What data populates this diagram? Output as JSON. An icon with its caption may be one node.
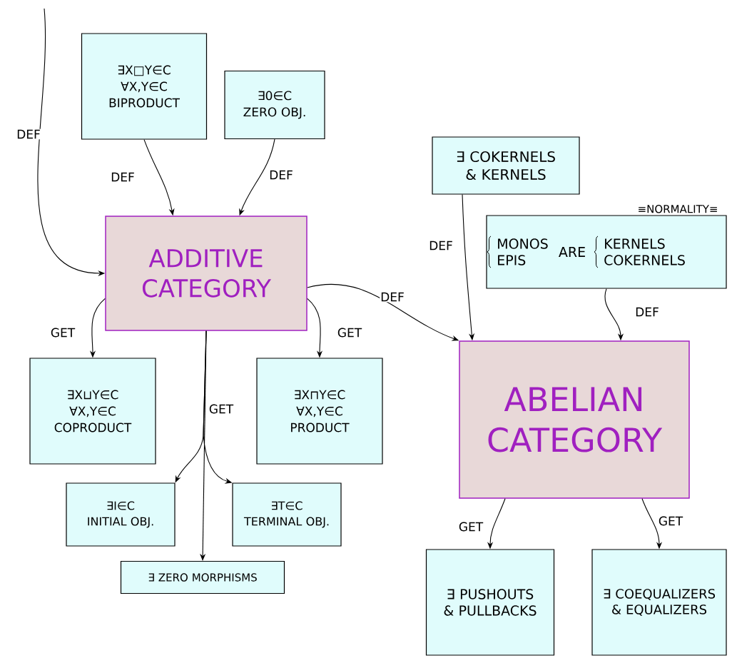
{
  "diagram": {
    "nodes": [
      {
        "text": [
          "∃X□Y∈C",
          "∀X,Y∈C",
          "BIPRODUCT"
        ]
      },
      {
        "text": [
          "∃0∈C",
          "ZERO OBJ."
        ]
      },
      {
        "text": [
          "ADDITIVE CATEGORY"
        ]
      },
      {
        "text": [
          "∃ COKERNELS & KERNELS"
        ]
      },
      {
        "text": [
          "≡NORMALITY≡",
          "MONOS EPIS",
          "ARE",
          "KERNELS COKERNELS"
        ]
      },
      {
        "text": [
          "∃X⊔Y∈C",
          "∀X,Y∈C",
          "COPRODUCT"
        ]
      },
      {
        "text": [
          "∃X⊓Y∈C",
          "∀X,Y∈C",
          "PRODUCT"
        ]
      },
      {
        "text": [
          "ABELIAN CATEGORY"
        ]
      },
      {
        "text": [
          "∃I∈C",
          "INITIAL OBJ."
        ]
      },
      {
        "text": [
          "∃T∈C",
          "TERMINAL OBJ."
        ]
      },
      {
        "text": [
          "∃ ZERO MORPHISMS"
        ]
      },
      {
        "text": [
          "∃ PUSHOUTS & PULLBACKS"
        ]
      },
      {
        "text": [
          "∃ COEQUALIZERS & EQUALIZERS"
        ]
      }
    ],
    "edges": [
      {
        "from": null,
        "to": 2,
        "arrow": "to",
        "label": "DEF"
      },
      {
        "from": 0,
        "to": 2,
        "arrow": "to",
        "label": "DEF"
      },
      {
        "from": 1,
        "to": 2,
        "arrow": "to",
        "label": "DEF"
      },
      {
        "from": 2,
        "to": 5,
        "arrow": "to",
        "label": "GET"
      },
      {
        "from": 2,
        "to": 6,
        "arrow": "to",
        "label": "GET"
      },
      {
        "from": 2,
        "to": 8,
        "arrow": "to"
      },
      {
        "from": 2,
        "to": 10,
        "arrow": "to",
        "label": "GET"
      },
      {
        "from": 2,
        "to": 9,
        "arrow": "to"
      },
      {
        "from": 2,
        "to": 7,
        "arrow": "to",
        "label": "DEF"
      },
      {
        "from": 3,
        "to": 7,
        "arrow": "to",
        "label": "DEF"
      },
      {
        "from": 4,
        "to": 7,
        "arrow": "to",
        "label": "DEF"
      },
      {
        "from": 7,
        "to": 11,
        "arrow": "to",
        "label": "GET"
      },
      {
        "from": 7,
        "to": 12,
        "arrow": "to",
        "label": "GET"
      }
    ]
  }
}
